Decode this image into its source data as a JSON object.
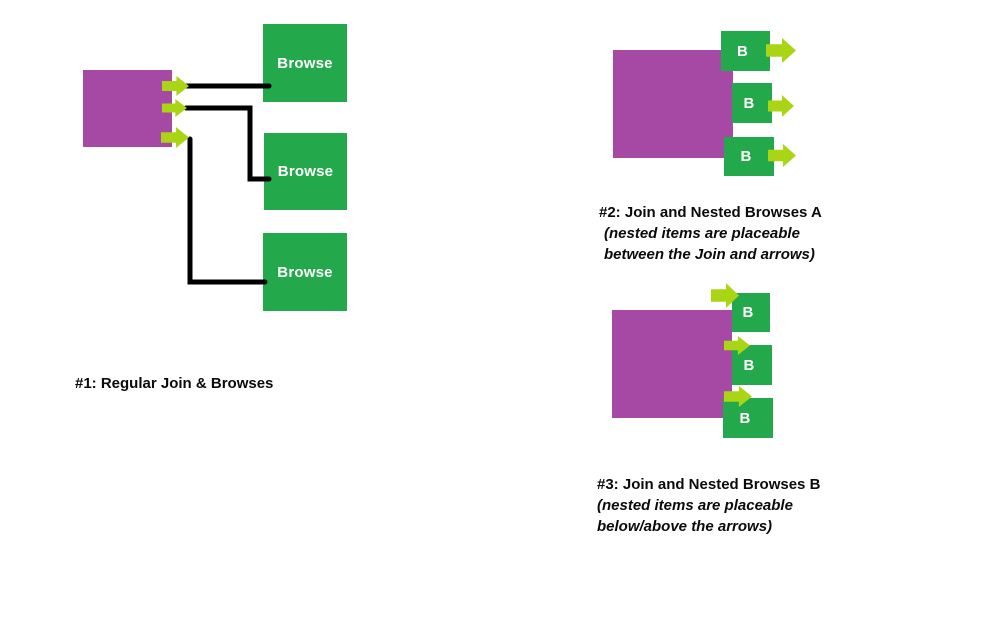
{
  "colors": {
    "join_purple": "#a549a5",
    "browse_green": "#23a84b",
    "arrow_chartreuse": "#a9d514",
    "connector_black": "#000000",
    "node_text": "#ffffff",
    "caption_text": "#0b0b0b",
    "background": "#ffffff"
  },
  "icons": {
    "connector_arrow": "right-block-arrow"
  },
  "diagram1": {
    "caption": "#1: Regular Join & Browses",
    "browse_nodes": [
      {
        "label": "Browse"
      },
      {
        "label": "Browse"
      },
      {
        "label": "Browse"
      }
    ]
  },
  "diagram2": {
    "caption_lines": [
      "#2: Join and Nested Browses A",
      "(nested items are placeable",
      "between the Join and arrows)"
    ],
    "nested_nodes": [
      {
        "label": "B"
      },
      {
        "label": "B"
      },
      {
        "label": "B"
      }
    ]
  },
  "diagram3": {
    "caption_lines": [
      "#3: Join and Nested Browses B",
      "(nested items are placeable",
      "below/above the arrows)"
    ],
    "nested_nodes": [
      {
        "label": "B"
      },
      {
        "label": "B"
      },
      {
        "label": "B"
      }
    ]
  }
}
